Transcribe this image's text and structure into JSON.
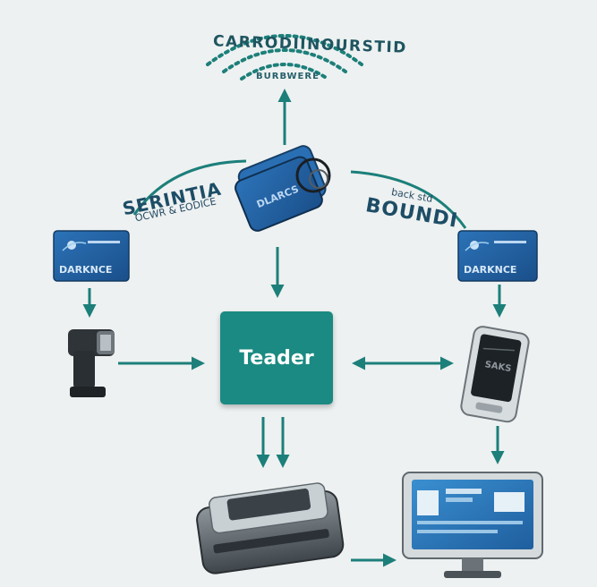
{
  "diagram": {
    "top_label": "CARRODIINOURSTID",
    "top_sublabel": "BURBWERE",
    "left_title": "SERINTIA",
    "left_subtitle": "OCWR & EODICE",
    "right_subtitle": "back std",
    "right_title": "BOUNDI",
    "center_label": "Teader",
    "left_card_label": "DARKNCE",
    "right_card_label": "DARKNCE",
    "fob_label": "DLARCS",
    "phone_label": "SAKS"
  },
  "colors": {
    "teal": "#1a8a82",
    "arrow": "#1c7f7a",
    "card_blue": "#1f5e9e",
    "background": "#eef1f1"
  }
}
